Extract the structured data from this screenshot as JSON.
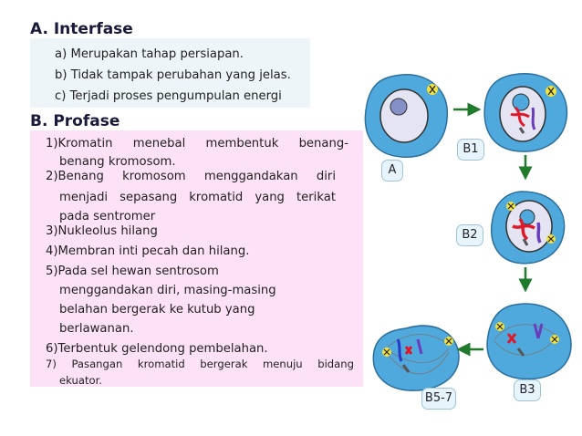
{
  "section_a": {
    "title": "A. Interfase",
    "items": [
      {
        "prefix": "a)",
        "text": "Merupakan tahap persiapan."
      },
      {
        "prefix": "b)",
        "text": "Tidak tampak perubahan yang jelas."
      },
      {
        "prefix": "c)",
        "text": "Terjadi proses pengumpulan energi"
      }
    ]
  },
  "section_b": {
    "title": "B. Profase",
    "item1": {
      "words": [
        "1)Kromatin",
        "menebal",
        "membentuk",
        "benang-"
      ],
      "line2": "benang kromosom."
    },
    "item2": {
      "words": [
        "2)Benang",
        "kromosom",
        "menggandakan",
        "diri"
      ],
      "words2": [
        "menjadi",
        "sepasang",
        "kromatid",
        "yang",
        "terikat"
      ],
      "line3": "pada sentromer"
    },
    "item3": "3)Nukleolus hilang",
    "item4": "4)Membran inti pecah dan hilang.",
    "item5": [
      "5)Pada sel hewan sentrosom",
      "menggandakan diri, masing-masing",
      "belahan bergerak ke kutub yang",
      "berlawanan."
    ],
    "item6": "6)Terbentuk gelendong pembelahan.",
    "item7": {
      "words": [
        "7)",
        "Pasangan",
        "kromatid",
        "bergerak",
        "menuju",
        "bidang"
      ],
      "line2": "ekuator."
    }
  },
  "diagram": {
    "labels": {
      "a": "A",
      "b1": "B1",
      "b2": "B2",
      "b3": "B3",
      "b57": "B5-7"
    },
    "colors": {
      "cell": "#4fa9dc",
      "nucleus": "#dfe2f2",
      "arrow": "#1f7a2c",
      "chrom_red": "#e0192a",
      "chrom_purple": "#6a3dbd",
      "chrom_blue": "#2a38c8",
      "centrosome": "#f2e23a"
    }
  }
}
